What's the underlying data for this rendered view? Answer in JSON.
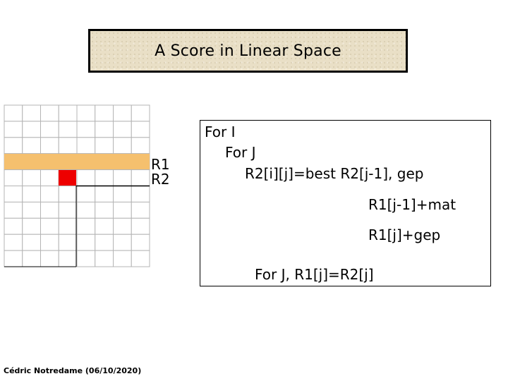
{
  "title": "A Score in Linear Space",
  "grid": {
    "rows": 10,
    "columns": 8,
    "highlighted_row_index": 3,
    "highlighted_row_color": "#f5c06e",
    "current_cell_row": 4,
    "current_cell_column": 3,
    "current_cell_color": "#ee0000",
    "row_labels": [
      "R1",
      "R2"
    ]
  },
  "code": {
    "lines": [
      "For I",
      "For J",
      "R2[i][j]=best R2[j-1], gep",
      "R1[j-1]+mat",
      "R1[j]+gep",
      "For J, R1[j]=R2[j]"
    ]
  },
  "footer": "Cédric Notredame (06/10/2020)"
}
